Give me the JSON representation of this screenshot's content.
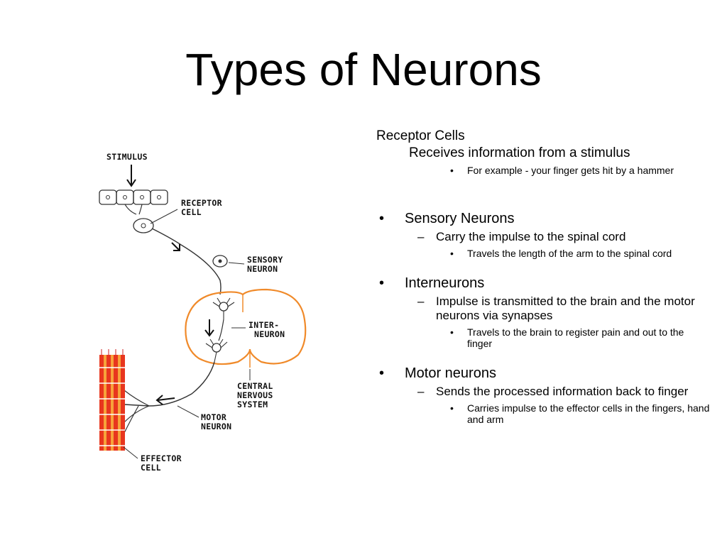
{
  "slide": {
    "title": "Types of Neurons"
  },
  "diagram": {
    "labels": {
      "stimulus": "STIMULUS",
      "receptor_1": "RECEPTOR",
      "receptor_2": "CELL",
      "sensory_1": "SENSORY",
      "sensory_2": "NEURON",
      "inter_1": "INTER-",
      "inter_2": "NEURON",
      "cns_1": "CENTRAL",
      "cns_2": "NERVOUS",
      "cns_3": "SYSTEM",
      "motor_1": "MOTOR",
      "motor_2": "NEURON",
      "effector_1": "EFFECTOR",
      "effector_2": "CELL"
    },
    "colors": {
      "spinal_cord_outline": "#f08a2a",
      "muscle_red": "#e8361e",
      "muscle_orange": "#f7a23a"
    }
  },
  "content": {
    "receptor_heading": "Receptor Cells",
    "receptor_sub": "Receives information from a stimulus",
    "receptor_example": "For example  - your finger gets hit by a hammer",
    "sensory_heading": "Sensory Neurons",
    "sensory_sub": "Carry the impulse to the spinal cord",
    "sensory_detail": "Travels the length of the arm to the spinal cord",
    "inter_heading": "Interneurons",
    "inter_sub": "Impulse is transmitted to the brain and the motor neurons via synapses",
    "inter_detail": "Travels to the brain to register pain and out to the finger",
    "motor_heading": "Motor neurons",
    "motor_sub": "Sends the processed information back to finger",
    "motor_detail": "Carries impulse to the effector cells in the fingers, hand and arm",
    "bullet_mark": "•",
    "dash_mark": "–"
  }
}
